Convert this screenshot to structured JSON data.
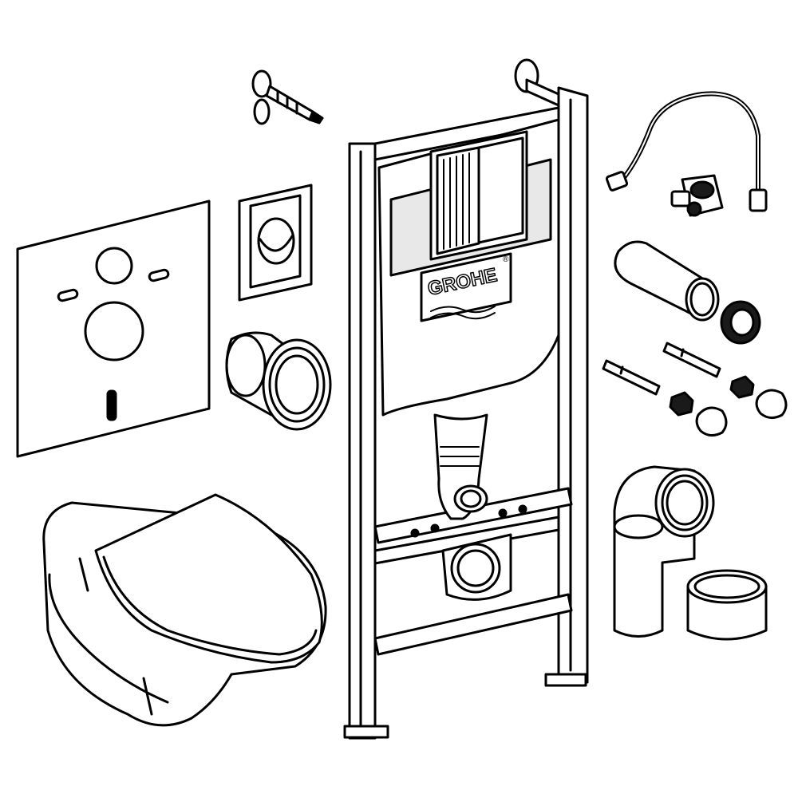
{
  "brand": {
    "logo_text": "GROHE",
    "logo_mark": "®"
  },
  "colors": {
    "line": "#000000",
    "fill": "#ffffff",
    "shade": "#d9d9d9",
    "dark": "#1a1a1a"
  },
  "components": [
    {
      "id": "wall-hook-set",
      "icon": "wall-hook-icon"
    },
    {
      "id": "flush-plate",
      "icon": "flush-plate-icon"
    },
    {
      "id": "sound-insulation-mat",
      "icon": "insulation-mat-icon"
    },
    {
      "id": "wall-connection-sleeve",
      "icon": "sleeve-icon"
    },
    {
      "id": "installation-frame",
      "icon": "frame-icon"
    },
    {
      "id": "cistern",
      "icon": "cistern-icon"
    },
    {
      "id": "wall-hung-toilet",
      "icon": "toilet-icon"
    },
    {
      "id": "flexible-supply-hose",
      "icon": "hose-icon"
    },
    {
      "id": "angle-valve",
      "icon": "valve-icon"
    },
    {
      "id": "connection-pipe",
      "icon": "pipe-icon"
    },
    {
      "id": "pipe-seal",
      "icon": "seal-icon"
    },
    {
      "id": "fixing-bolts",
      "icon": "bolt-icon"
    },
    {
      "id": "nuts-and-caps",
      "icon": "cap-icon"
    },
    {
      "id": "drain-bend",
      "icon": "bend-icon"
    },
    {
      "id": "drain-cap",
      "icon": "drain-cap-icon"
    }
  ]
}
